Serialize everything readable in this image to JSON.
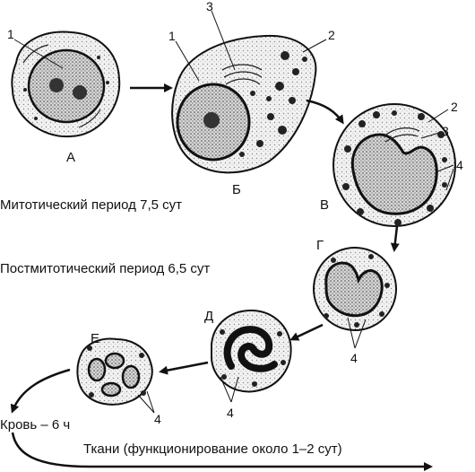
{
  "stages": {
    "a": "А",
    "b": "Б",
    "v": "В",
    "g": "Г",
    "d": "Д",
    "e": "Е"
  },
  "callouts": {
    "n1": "1",
    "n2": "2",
    "n3": "3",
    "n4": "4"
  },
  "periods": {
    "mitotic": "Митотический период 7,5 сут",
    "postmitotic": "Постмитотический период 6,5 сут",
    "blood": "Кровь – 6 ч",
    "tissues": "Ткани (функционирование около 1–2 сут)"
  },
  "colors": {
    "ink": "#111111",
    "cytoplasm": "#eeeeee",
    "nucleus": "#c8c8c8",
    "background": "#ffffff"
  }
}
